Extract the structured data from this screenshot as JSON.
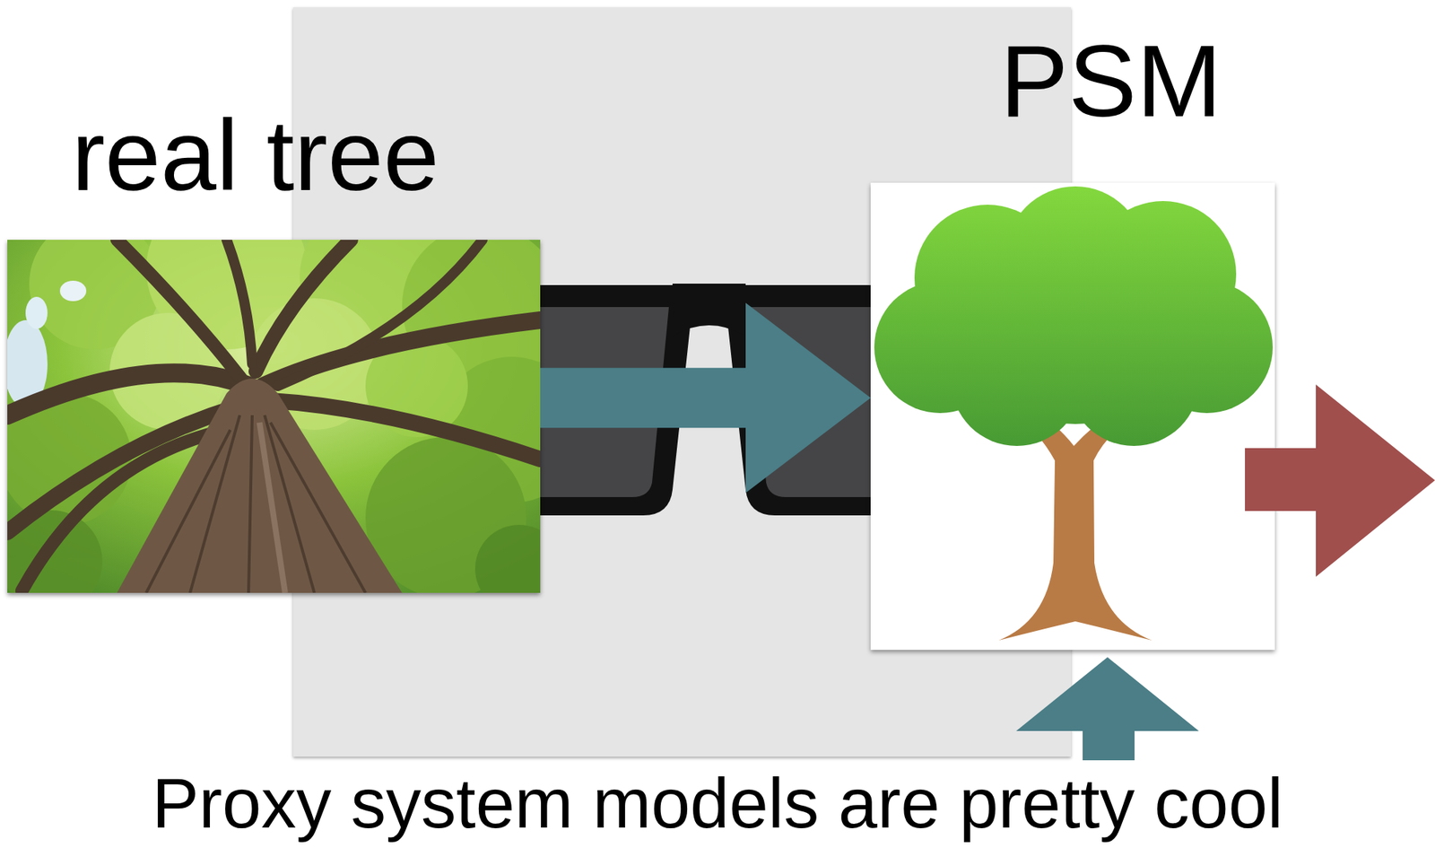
{
  "diagram": {
    "caption": "Proxy system models are pretty cool",
    "nodes": [
      {
        "text": [
          "real tree"
        ]
      },
      {
        "text": [
          "PSM"
        ]
      }
    ],
    "edges": [
      {
        "from": 0,
        "to": 1,
        "arrow": "to"
      }
    ]
  }
}
